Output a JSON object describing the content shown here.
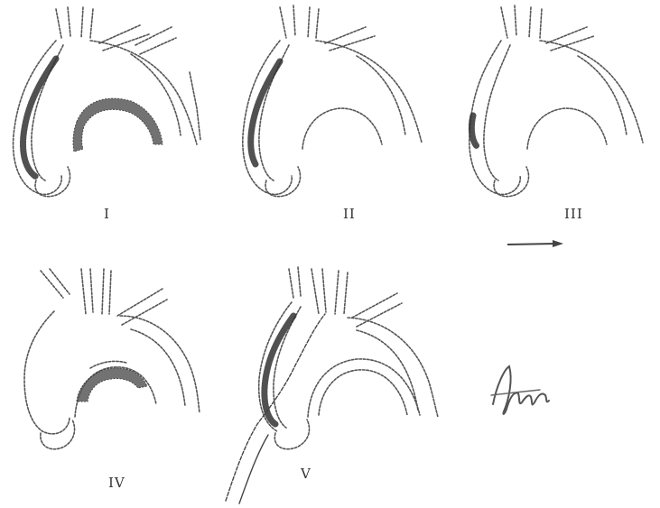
{
  "figure": {
    "panels": [
      {
        "id": "I",
        "label": "I",
        "dissection_extent": "ascending-arch-descending"
      },
      {
        "id": "II",
        "label": "II",
        "dissection_extent": "ascending-only"
      },
      {
        "id": "III",
        "label": "III",
        "dissection_extent": "ascending-root"
      },
      {
        "id": "IV",
        "label": "IV",
        "dissection_extent": "inner-arch"
      },
      {
        "id": "V",
        "label": "V",
        "dissection_extent": "ascending-descending-catheter"
      }
    ],
    "annotations": {
      "arrow": "direction-arrow-icon",
      "signature": "Ani"
    },
    "colors": {
      "line": "#555555",
      "dissection": "#333333"
    }
  }
}
